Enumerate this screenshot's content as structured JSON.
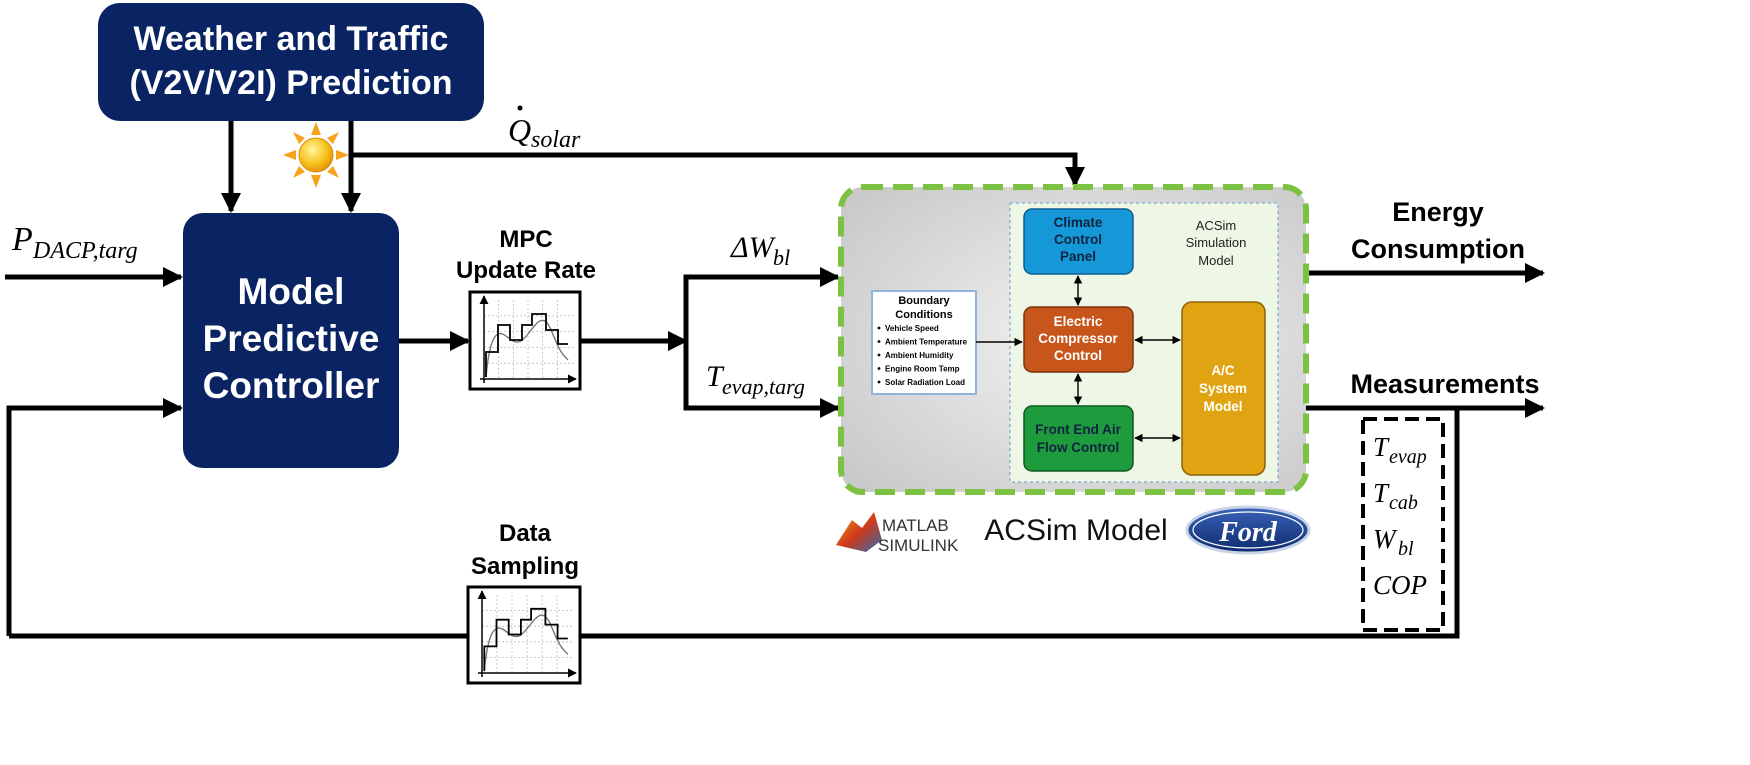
{
  "weather_box": {
    "line1": "Weather and Traffic",
    "line2": "(V2V/V2I) Prediction"
  },
  "mpc_box": {
    "line1": "Model",
    "line2": "Predictive",
    "line3": "Controller"
  },
  "mpc_update": {
    "line1": "MPC",
    "line2": "Update Rate"
  },
  "data_sampling": {
    "line1": "Data",
    "line2": "Sampling"
  },
  "signals": {
    "p_dacp": {
      "base": "P",
      "sub": "DACP,targ"
    },
    "q_solar": {
      "base": "Q",
      "sub": "solar"
    },
    "delta_w": {
      "base": "ΔW",
      "sub": "bl"
    },
    "t_evap_targ": {
      "base": "T",
      "sub": "evap,targ"
    }
  },
  "outputs": {
    "energy_line1": "Energy",
    "energy_line2": "Consumption",
    "measurements": "Measurements"
  },
  "measurement_vars": [
    {
      "base": "T",
      "sub": "evap"
    },
    {
      "base": "T",
      "sub": "cab"
    },
    {
      "base": "W",
      "sub": "bl"
    },
    {
      "base": "COP",
      "sub": ""
    }
  ],
  "acsim": {
    "title_line1": "ACSim",
    "title_line2": "Simulation",
    "title_line3": "Model",
    "boundary": {
      "title_line1": "Boundary",
      "title_line2": "Conditions",
      "items": [
        "Vehicle Speed",
        "Ambient Temperature",
        "Ambient Humidity",
        "Engine Room Temp",
        "Solar Radiation Load"
      ]
    },
    "climate_panel": {
      "line1": "Climate",
      "line2": "Control",
      "line3": "Panel"
    },
    "compressor": {
      "line1": "Electric",
      "line2": "Compressor",
      "line3": "Control"
    },
    "front_end": {
      "line1": "Front End Air",
      "line2": "Flow Control"
    },
    "ac_system": {
      "line1": "A/C",
      "line2": "System",
      "line3": "Model"
    }
  },
  "acsim_model_label": "ACSim Model",
  "matlab_logo": {
    "line1": "MATLAB",
    "line2": "SIMULINK"
  },
  "ford_logo": "Ford",
  "colors": {
    "navy": "#0a2463",
    "climate_blue": "#1597d8",
    "compressor_orange": "#c8561a",
    "front_end_green": "#1e9b3c",
    "ac_yellow": "#e0a412",
    "dashed_green": "#7cc142"
  }
}
